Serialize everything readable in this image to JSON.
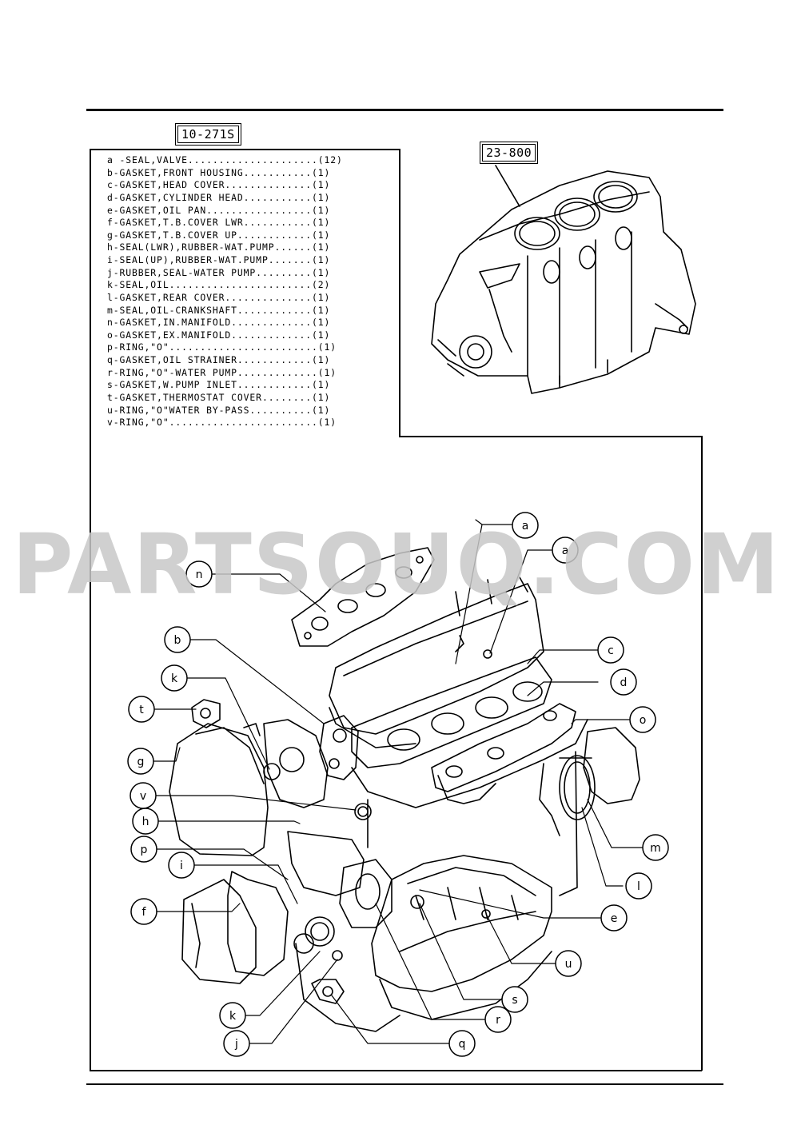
{
  "header": {
    "group_code": "10-271S",
    "assembly_code": "23-800"
  },
  "parts_list": [
    {
      "letter": "a",
      "text": "a -SEAL,VALVE.....................(12)"
    },
    {
      "letter": "b",
      "text": "b-GASKET,FRONT HOUSING...........(1)"
    },
    {
      "letter": "c",
      "text": "c-GASKET,HEAD COVER..............(1)"
    },
    {
      "letter": "d",
      "text": "d-GASKET,CYLINDER HEAD...........(1)"
    },
    {
      "letter": "e",
      "text": "e-GASKET,OIL PAN.................(1)"
    },
    {
      "letter": "f",
      "text": "f-GASKET,T.B.COVER LWR...........(1)"
    },
    {
      "letter": "g",
      "text": "g-GASKET,T.B.COVER UP............(1)"
    },
    {
      "letter": "h",
      "text": "h-SEAL(LWR),RUBBER-WAT.PUMP......(1)"
    },
    {
      "letter": "i",
      "text": "i-SEAL(UP),RUBBER-WAT.PUMP.......(1)"
    },
    {
      "letter": "j",
      "text": "j-RUBBER,SEAL-WATER PUMP.........(1)"
    },
    {
      "letter": "k",
      "text": "k-SEAL,OIL.......................(2)"
    },
    {
      "letter": "l",
      "text": "l-GASKET,REAR COVER..............(1)"
    },
    {
      "letter": "m",
      "text": "m-SEAL,OIL-CRANKSHAFT............(1)"
    },
    {
      "letter": "n",
      "text": "n-GASKET,IN.MANIFOLD.............(1)"
    },
    {
      "letter": "o",
      "text": "o-GASKET,EX.MANIFOLD.............(1)"
    },
    {
      "letter": "p",
      "text": "p-RING,\"O\"........................(1)"
    },
    {
      "letter": "q",
      "text": "q-GASKET,OIL STRAINER............(1)"
    },
    {
      "letter": "r",
      "text": "r-RING,\"O\"-WATER PUMP.............(1)"
    },
    {
      "letter": "s",
      "text": "s-GASKET,W.PUMP INLET............(1)"
    },
    {
      "letter": "t",
      "text": "t-GASKET,THERMOSTAT COVER........(1)"
    },
    {
      "letter": "u",
      "text": "u-RING,\"O\"WATER BY-PASS..........(1)"
    },
    {
      "letter": "v",
      "text": "v-RING,\"O\"........................(1)"
    }
  ],
  "watermark": "PARTSOUQ.COM",
  "callouts": [
    "a",
    "a",
    "n",
    "c",
    "b",
    "d",
    "k",
    "t",
    "o",
    "g",
    "v",
    "h",
    "m",
    "p",
    "i",
    "l",
    "f",
    "e",
    "u",
    "s",
    "k",
    "r",
    "j",
    "q"
  ]
}
